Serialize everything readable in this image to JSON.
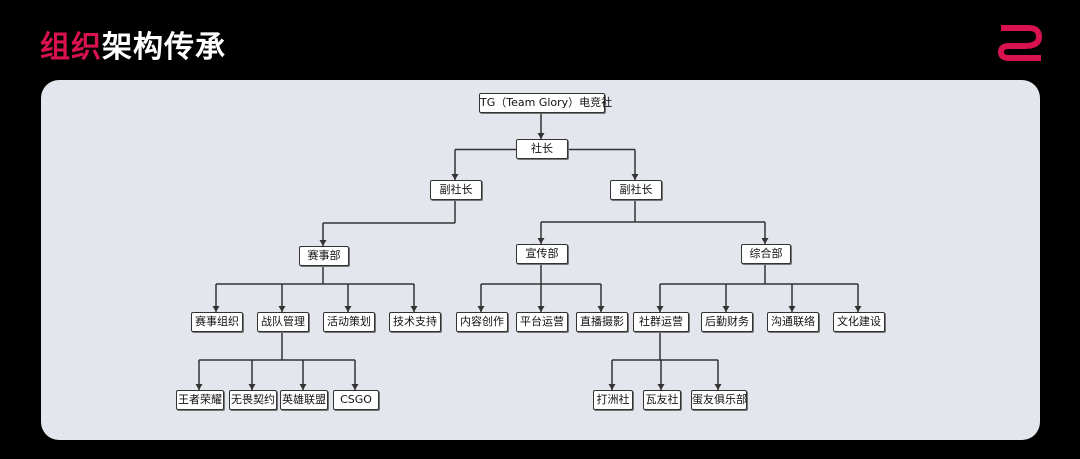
{
  "title": {
    "highlight": "组织",
    "rest": "架构传承"
  },
  "logo": {
    "icon": "zowie-logo",
    "color": "#d8124f"
  },
  "accent_color": "#d8124f",
  "org_chart": {
    "nodes": [
      {
        "id": "club",
        "label": "TG（Team Glory）电竞社",
        "parent": null
      },
      {
        "id": "president",
        "label": "社长",
        "parent": "club"
      },
      {
        "id": "vp_left",
        "label": "副社长",
        "parent": "president"
      },
      {
        "id": "vp_right",
        "label": "副社长",
        "parent": "president"
      },
      {
        "id": "events",
        "label": "赛事部",
        "parent": "vp_left"
      },
      {
        "id": "publicity",
        "label": "宣传部",
        "parent": "vp_right"
      },
      {
        "id": "general",
        "label": "综合部",
        "parent": "vp_right"
      },
      {
        "id": "ev_org",
        "label": "赛事组织",
        "parent": "events"
      },
      {
        "id": "team_mgmt",
        "label": "战队管理",
        "parent": "events"
      },
      {
        "id": "activity",
        "label": "活动策划",
        "parent": "events"
      },
      {
        "id": "tech",
        "label": "技术支持",
        "parent": "events"
      },
      {
        "id": "content",
        "label": "内容创作",
        "parent": "publicity"
      },
      {
        "id": "platform",
        "label": "平台运营",
        "parent": "publicity"
      },
      {
        "id": "stream",
        "label": "直播摄影",
        "parent": "publicity"
      },
      {
        "id": "community",
        "label": "社群运营",
        "parent": "general"
      },
      {
        "id": "logistics",
        "label": "后勤财务",
        "parent": "general"
      },
      {
        "id": "liaison",
        "label": "沟通联络",
        "parent": "general"
      },
      {
        "id": "culture",
        "label": "文化建设",
        "parent": "general"
      },
      {
        "id": "hok",
        "label": "王者荣耀",
        "parent": "team_mgmt"
      },
      {
        "id": "valorant",
        "label": "无畏契约",
        "parent": "team_mgmt"
      },
      {
        "id": "lol",
        "label": "英雄联盟",
        "parent": "team_mgmt"
      },
      {
        "id": "csgo",
        "label": "CSGO",
        "parent": "team_mgmt"
      },
      {
        "id": "dazhou",
        "label": "打洲社",
        "parent": "community"
      },
      {
        "id": "wayou",
        "label": "瓦友社",
        "parent": "community"
      },
      {
        "id": "danyou",
        "label": "蛋友俱乐部",
        "parent": "community"
      }
    ]
  }
}
